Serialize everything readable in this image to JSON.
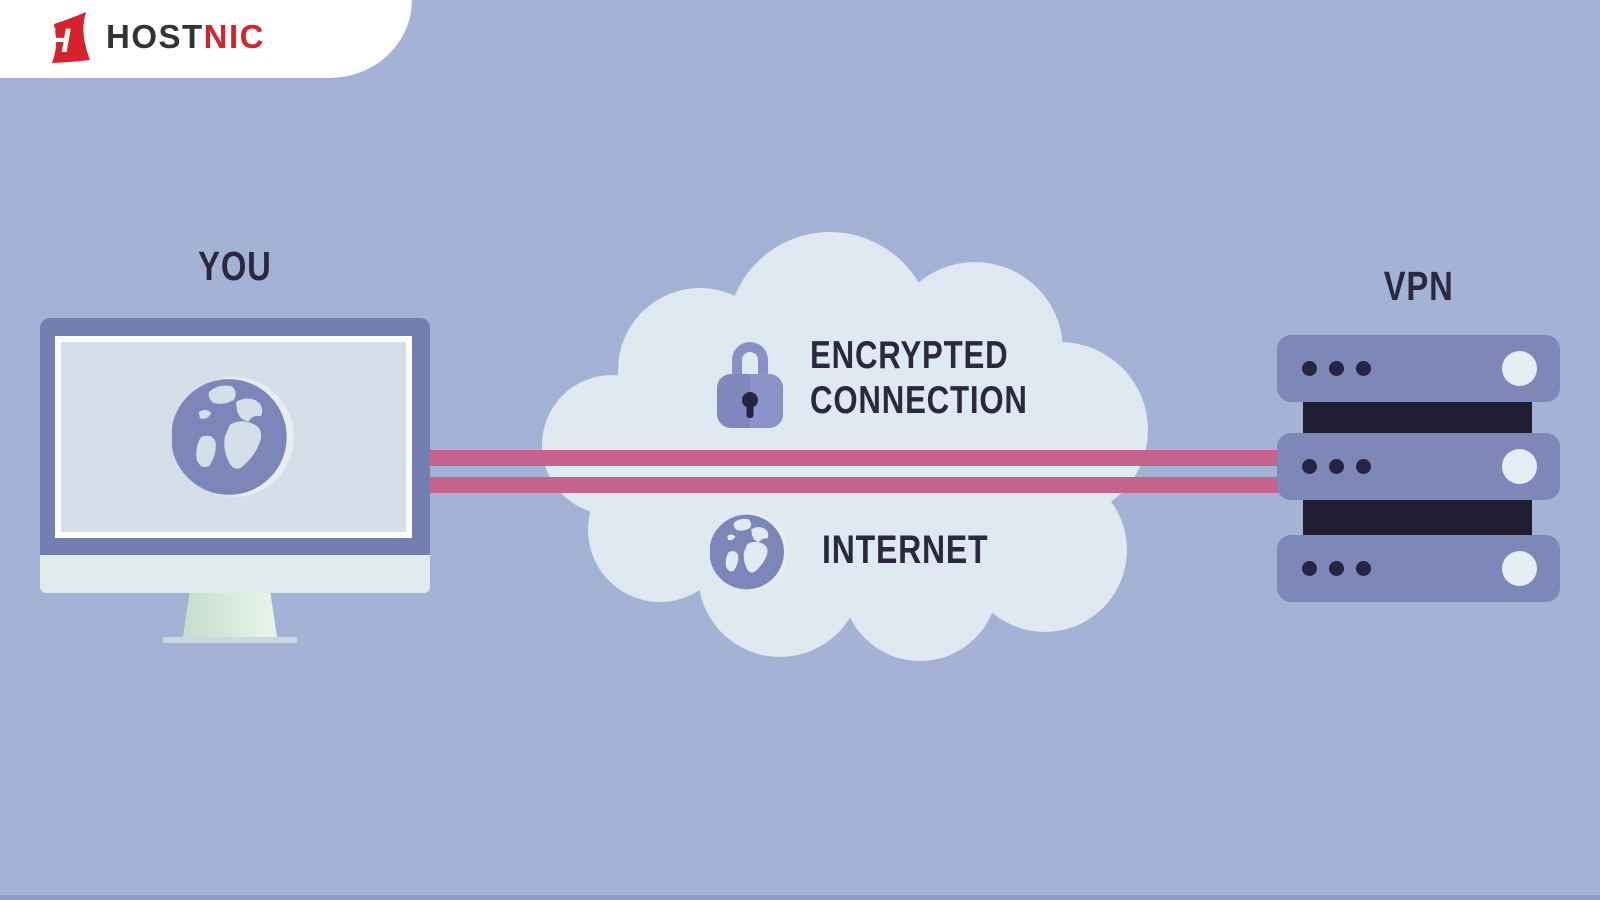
{
  "header": {
    "logo": {
      "text_primary": "HOST",
      "text_secondary": "NIC"
    }
  },
  "diagram": {
    "client": {
      "label": "YOU"
    },
    "cloud": {
      "encrypted": {
        "line1": "ENCRYPTED",
        "line2": "CONNECTION"
      },
      "internet": {
        "label": "INTERNET"
      }
    },
    "server": {
      "label": "VPN"
    }
  },
  "colors": {
    "background": "#a4b2d5",
    "cloud": "#dfe9f1",
    "connection_stripe": "#c6638c",
    "monitor_frame": "#737eb1",
    "screen": "#d5dfe9",
    "globe_ocean": "#7c86b8",
    "lock_body": "#7e88bc",
    "server_body": "#7d87b8",
    "server_dark": "#201c31",
    "text_dark": "#2b2840",
    "logo_dark": "#333333",
    "logo_red": "#d6232b",
    "stand_mint": "#d8ebdd",
    "footer_strip": "#8c9cc6"
  }
}
